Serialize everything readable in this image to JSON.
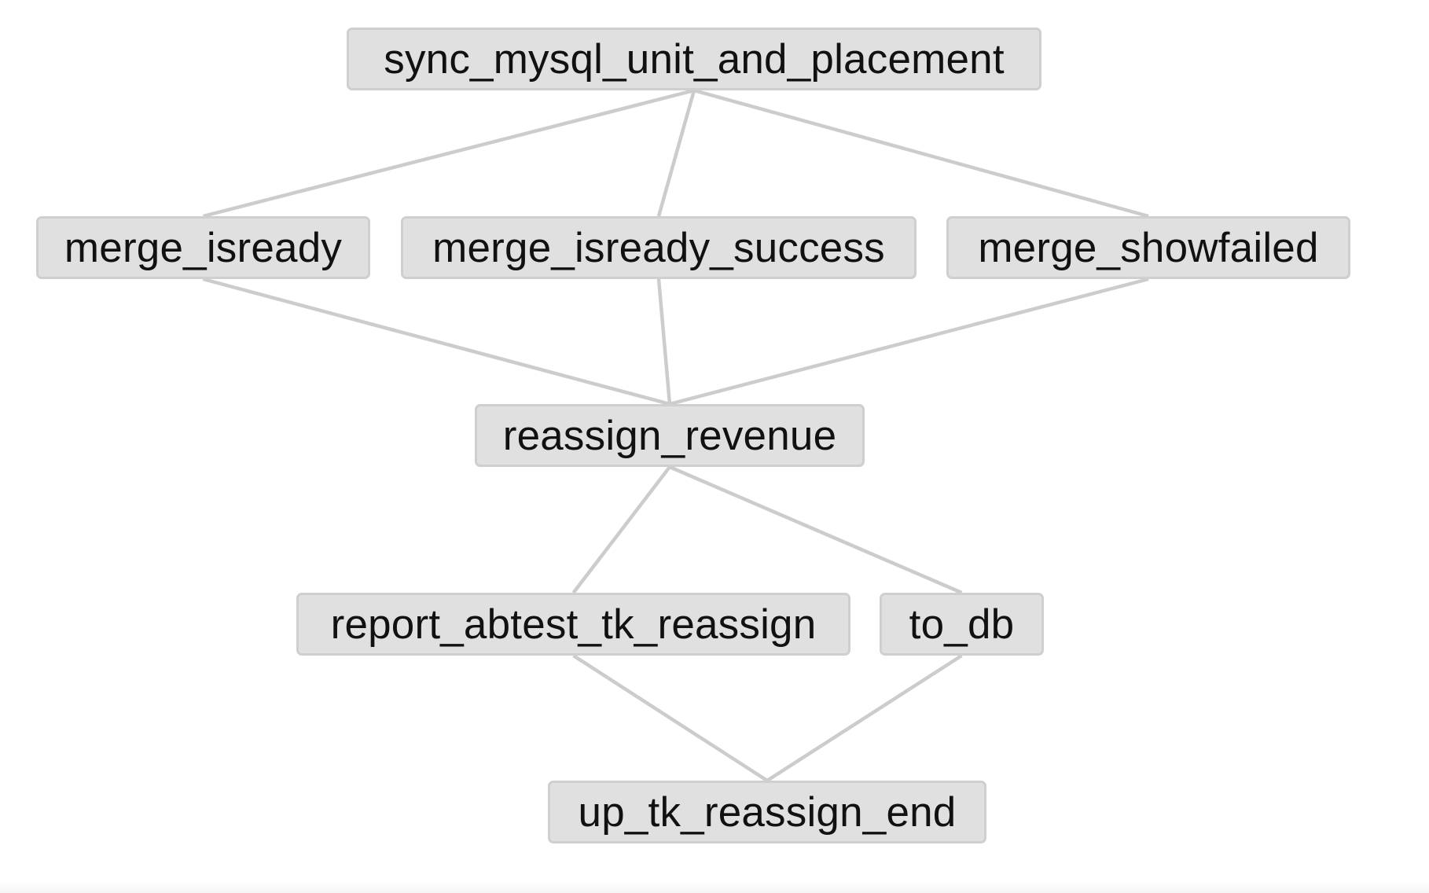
{
  "graph": {
    "nodes": [
      {
        "id": "sync_mysql_unit_and_placement",
        "label": "sync_mysql_unit_and_placement"
      },
      {
        "id": "merge_isready",
        "label": "merge_isready"
      },
      {
        "id": "merge_isready_success",
        "label": "merge_isready_success"
      },
      {
        "id": "merge_showfailed",
        "label": "merge_showfailed"
      },
      {
        "id": "reassign_revenue",
        "label": "reassign_revenue"
      },
      {
        "id": "report_abtest_tk_reassign",
        "label": "report_abtest_tk_reassign"
      },
      {
        "id": "to_db",
        "label": "to_db"
      },
      {
        "id": "up_tk_reassign_end",
        "label": "up_tk_reassign_end"
      }
    ],
    "edges": [
      {
        "from": "sync_mysql_unit_and_placement",
        "to": "merge_isready"
      },
      {
        "from": "sync_mysql_unit_and_placement",
        "to": "merge_isready_success"
      },
      {
        "from": "sync_mysql_unit_and_placement",
        "to": "merge_showfailed"
      },
      {
        "from": "merge_isready",
        "to": "reassign_revenue"
      },
      {
        "from": "merge_isready_success",
        "to": "reassign_revenue"
      },
      {
        "from": "merge_showfailed",
        "to": "reassign_revenue"
      },
      {
        "from": "reassign_revenue",
        "to": "report_abtest_tk_reassign"
      },
      {
        "from": "reassign_revenue",
        "to": "to_db"
      },
      {
        "from": "report_abtest_tk_reassign",
        "to": "up_tk_reassign_end"
      },
      {
        "from": "to_db",
        "to": "up_tk_reassign_end"
      }
    ]
  }
}
